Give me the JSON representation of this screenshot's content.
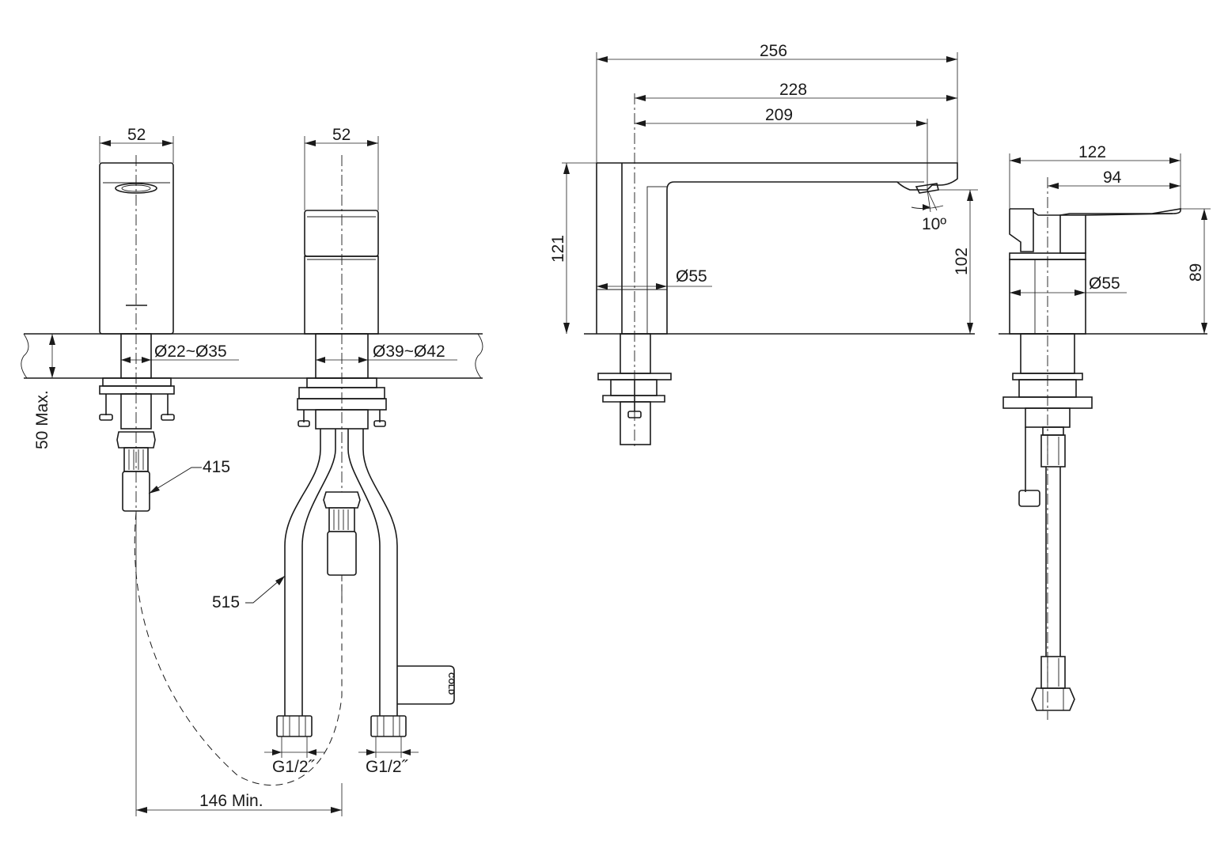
{
  "dimensions": {
    "front_mixer_width": "52",
    "front_spout_width": "52",
    "mixer_hole_diameter": "Ø22~Ø35",
    "spout_hole_diameter": "Ø39~Ø42",
    "deck_thickness": "50 Max.",
    "mixer_hose_length": "415",
    "spout_hose_length": "515",
    "inlet_thread_left": "G1/2˝",
    "inlet_thread_right": "G1/2˝",
    "min_spacing": "146 Min.",
    "spout_overall_length": "256",
    "spout_reach_228": "228",
    "spout_reach_209": "209",
    "spout_height": "121",
    "spout_outlet_height": "102",
    "spout_base_diameter": "Ø55",
    "spout_angle": "10º",
    "lever_length": "122",
    "lever_reach": "94",
    "mixer_height": "89",
    "mixer_base_diameter": "Ø55"
  },
  "labels": {
    "cold_tag": "COLD"
  }
}
